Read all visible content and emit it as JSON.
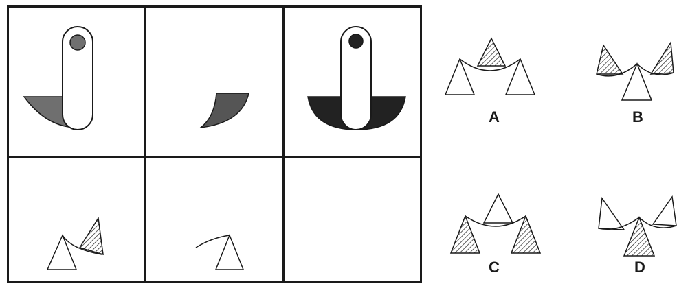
{
  "options": [
    {
      "key": "A",
      "label": "A"
    },
    {
      "key": "B",
      "label": "B"
    },
    {
      "key": "C",
      "label": "C"
    },
    {
      "key": "D",
      "label": "D"
    }
  ],
  "colors": {
    "line": "#1a1a1a",
    "fill_light_gray": "#6f6f6f",
    "fill_dark_gray": "#555555",
    "fill_black": "#222222",
    "hatch": "#333333"
  }
}
